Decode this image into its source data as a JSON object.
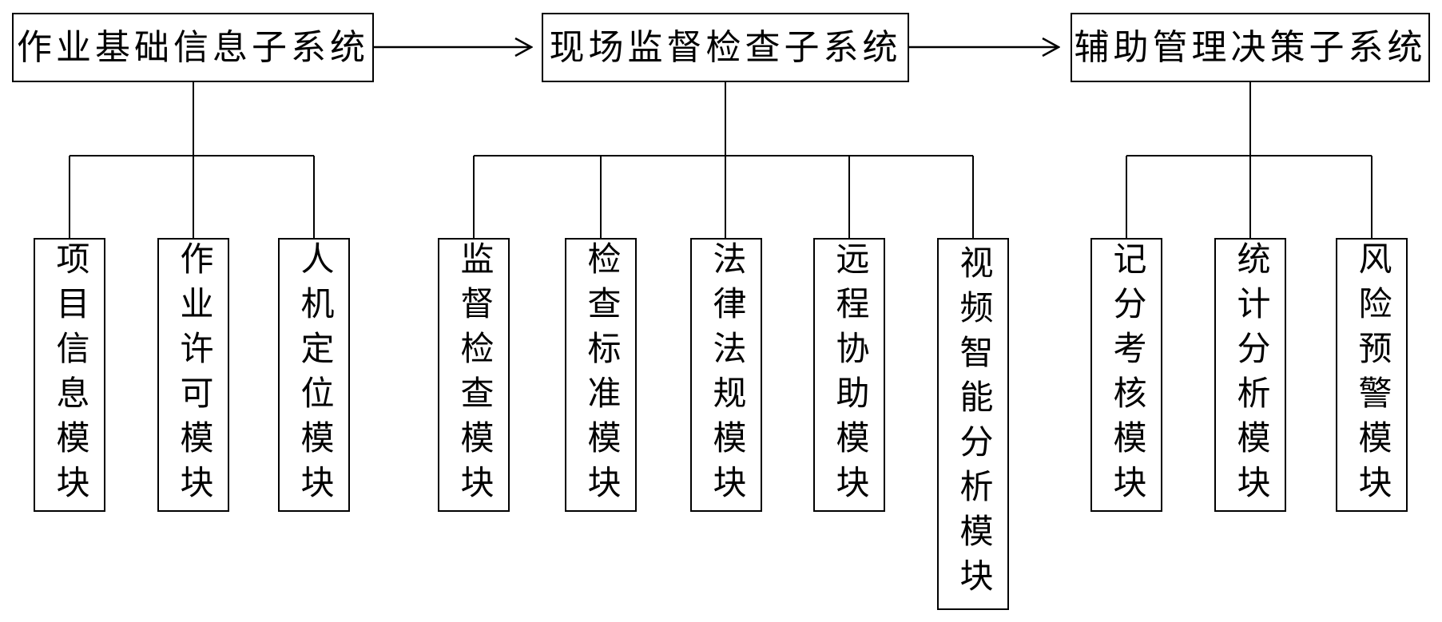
{
  "diagram_type": "flowchart",
  "colors": {
    "background": "#ffffff",
    "line": "#000000",
    "text": "#000000",
    "box_fill": "#ffffff"
  },
  "subsystems": [
    {
      "title": "作业基础信息子系统",
      "modules": [
        "项目信息模块",
        "作业许可模块",
        "人机定位模块"
      ]
    },
    {
      "title": "现场监督检查子系统",
      "modules": [
        "监督检查模块",
        "检查标准模块",
        "法律法规模块",
        "远程协助模块",
        "视频智能分析模块"
      ]
    },
    {
      "title": "辅助管理决策子系统",
      "modules": [
        "记分考核模块",
        "统计分析模块",
        "风险预警模块"
      ]
    }
  ],
  "connections": [
    {
      "from": "作业基础信息子系统",
      "to": "现场监督检查子系统",
      "style": "arrow"
    },
    {
      "from": "现场监督检查子系统",
      "to": "辅助管理决策子系统",
      "style": "arrow"
    }
  ]
}
